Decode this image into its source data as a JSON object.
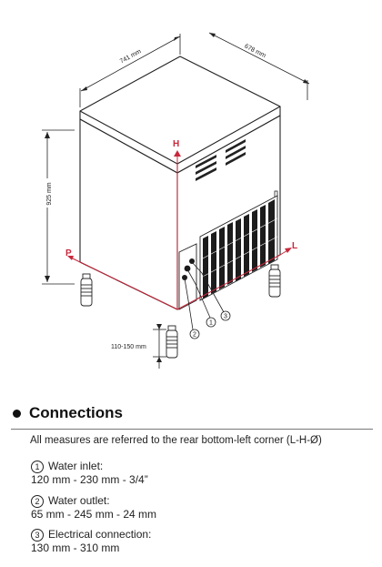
{
  "diagram": {
    "dimensions": {
      "width": "741 mm",
      "depth": "678 mm",
      "height": "925 mm",
      "feet": "110-150 mm"
    },
    "axis_labels": {
      "h": "H",
      "p": "P",
      "l": "L"
    },
    "callouts": [
      "1",
      "2",
      "3"
    ]
  },
  "section": {
    "title": "Connections",
    "note": "All measures are referred to the rear bottom-left corner (L-H-Ø)",
    "items": [
      {
        "num": "1",
        "label": "Water inlet:",
        "value": "120 mm - 230 mm - 3/4”"
      },
      {
        "num": "2",
        "label": "Water outlet:",
        "value": "65 mm - 245 mm - 24 mm"
      },
      {
        "num": "3",
        "label": "Electrical connection:",
        "value": "130 mm - 310 mm"
      }
    ]
  },
  "colors": {
    "accent": "#c8283c"
  }
}
